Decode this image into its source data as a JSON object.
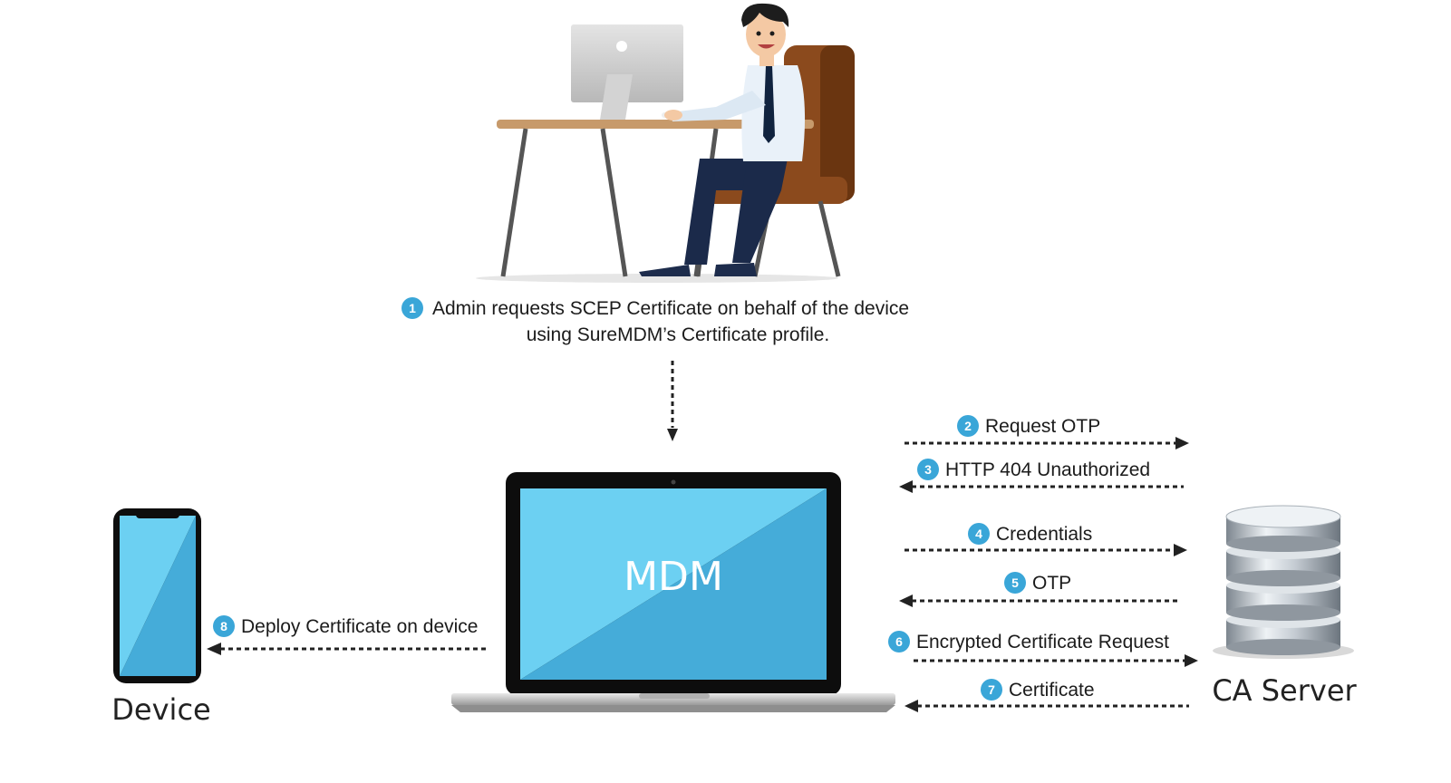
{
  "colors": {
    "badge": "#3aa6d8",
    "screen_light": "#6cd0f2",
    "screen_dark": "#45acd9",
    "arrow": "#222222"
  },
  "icons": {
    "admin": "admin-at-desk-icon",
    "laptop": "laptop-icon",
    "phone": "smartphone-icon",
    "server": "database-server-icon"
  },
  "nodes": {
    "mdm": "MDM",
    "device": "Device",
    "ca_server": "CA Server"
  },
  "step1": {
    "number": "1",
    "line1": "Admin requests SCEP Certificate on behalf of the device",
    "line2": "using SureMDM’s Certificate profile."
  },
  "steps": [
    {
      "number": "2",
      "label": "Request OTP",
      "direction": "to-ca"
    },
    {
      "number": "3",
      "label": "HTTP 404 Unauthorized",
      "direction": "to-mdm"
    },
    {
      "number": "4",
      "label": "Credentials",
      "direction": "to-ca"
    },
    {
      "number": "5",
      "label": "OTP",
      "direction": "to-mdm"
    },
    {
      "number": "6",
      "label": "Encrypted Certificate Request",
      "direction": "to-ca"
    },
    {
      "number": "7",
      "label": "Certificate",
      "direction": "to-mdm"
    }
  ],
  "step8": {
    "number": "8",
    "label": "Deploy Certificate on device",
    "direction": "to-device"
  }
}
